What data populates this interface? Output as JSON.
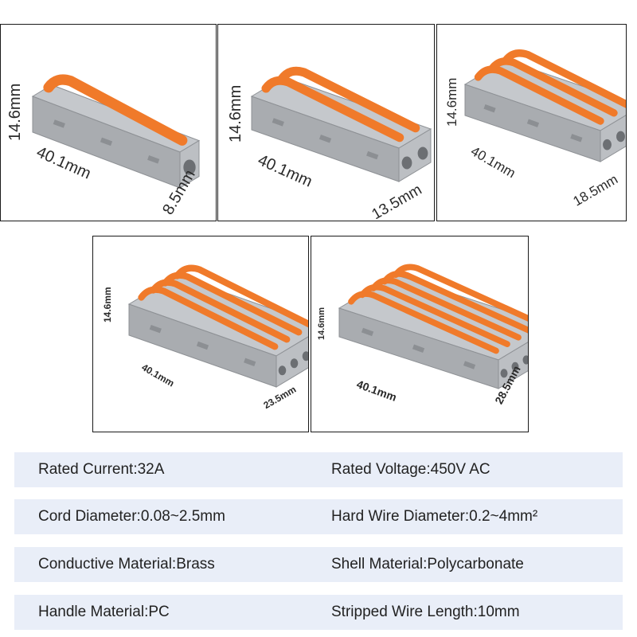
{
  "panels": [
    {
      "height": "14.6mm",
      "length": "40.1mm",
      "width": "8.5mm",
      "ports": 1
    },
    {
      "height": "14.6mm",
      "length": "40.1mm",
      "width": "13.5mm",
      "ports": 2
    },
    {
      "height": "14.6mm",
      "length": "40.1mm",
      "width": "18.5mm",
      "ports": 3
    },
    {
      "height": "14.6mm",
      "length": "40.1mm",
      "width": "23.5mm",
      "ports": 4
    },
    {
      "height": "14.6mm",
      "length": "40.1mm",
      "width": "28.5mm",
      "ports": 5
    }
  ],
  "specs": [
    {
      "left": "Rated Current:32A",
      "right": "Rated Voltage:450V AC"
    },
    {
      "left": "Cord Diameter:0.08~2.5mm",
      "right": "Hard Wire Diameter:0.2~4mm²"
    },
    {
      "left": "Conductive Material:Brass",
      "right": "Shell Material:Polycarbonate"
    },
    {
      "left": "Handle Material:PC",
      "right": "Stripped Wire Length:10mm"
    }
  ],
  "colors": {
    "lever": "#f07a2a",
    "body": "#a9acb0",
    "border": "#1a1a1a",
    "spec_bg": "#e9eef8"
  }
}
